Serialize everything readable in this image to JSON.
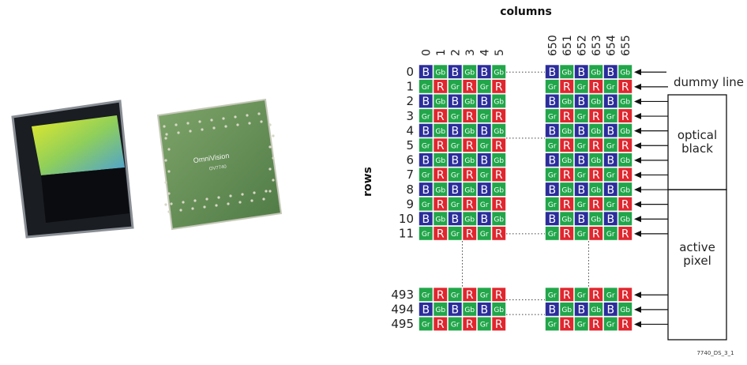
{
  "header": {
    "columns_label": "columns",
    "rows_label": "rows"
  },
  "chip_label": "OmniVision",
  "chip_sub": "OV7740",
  "top_columns": [
    "0",
    "1",
    "2",
    "3",
    "4",
    "5"
  ],
  "right_columns": [
    "650",
    "651",
    "652",
    "653",
    "654",
    "655"
  ],
  "top_rows": [
    "0",
    "1",
    "2",
    "3",
    "4",
    "5",
    "6",
    "7",
    "8",
    "9",
    "10",
    "11"
  ],
  "bottom_rows": [
    "493",
    "494",
    "495"
  ],
  "bayer": {
    "even_row": [
      "B",
      "Gb",
      "B",
      "Gb",
      "B",
      "Gb"
    ],
    "odd_row": [
      "Gr",
      "R",
      "Gr",
      "R",
      "Gr",
      "R"
    ]
  },
  "side_labels": {
    "dummy": "dummy line",
    "optical": [
      "optical",
      "black"
    ],
    "active": [
      "active",
      "pixel"
    ]
  },
  "figure_id": "7740_DS_3_1",
  "colors": {
    "B": "#2b2d9c",
    "Gb": "#21a64a",
    "Gr": "#21a64a",
    "R": "#e0262e"
  }
}
